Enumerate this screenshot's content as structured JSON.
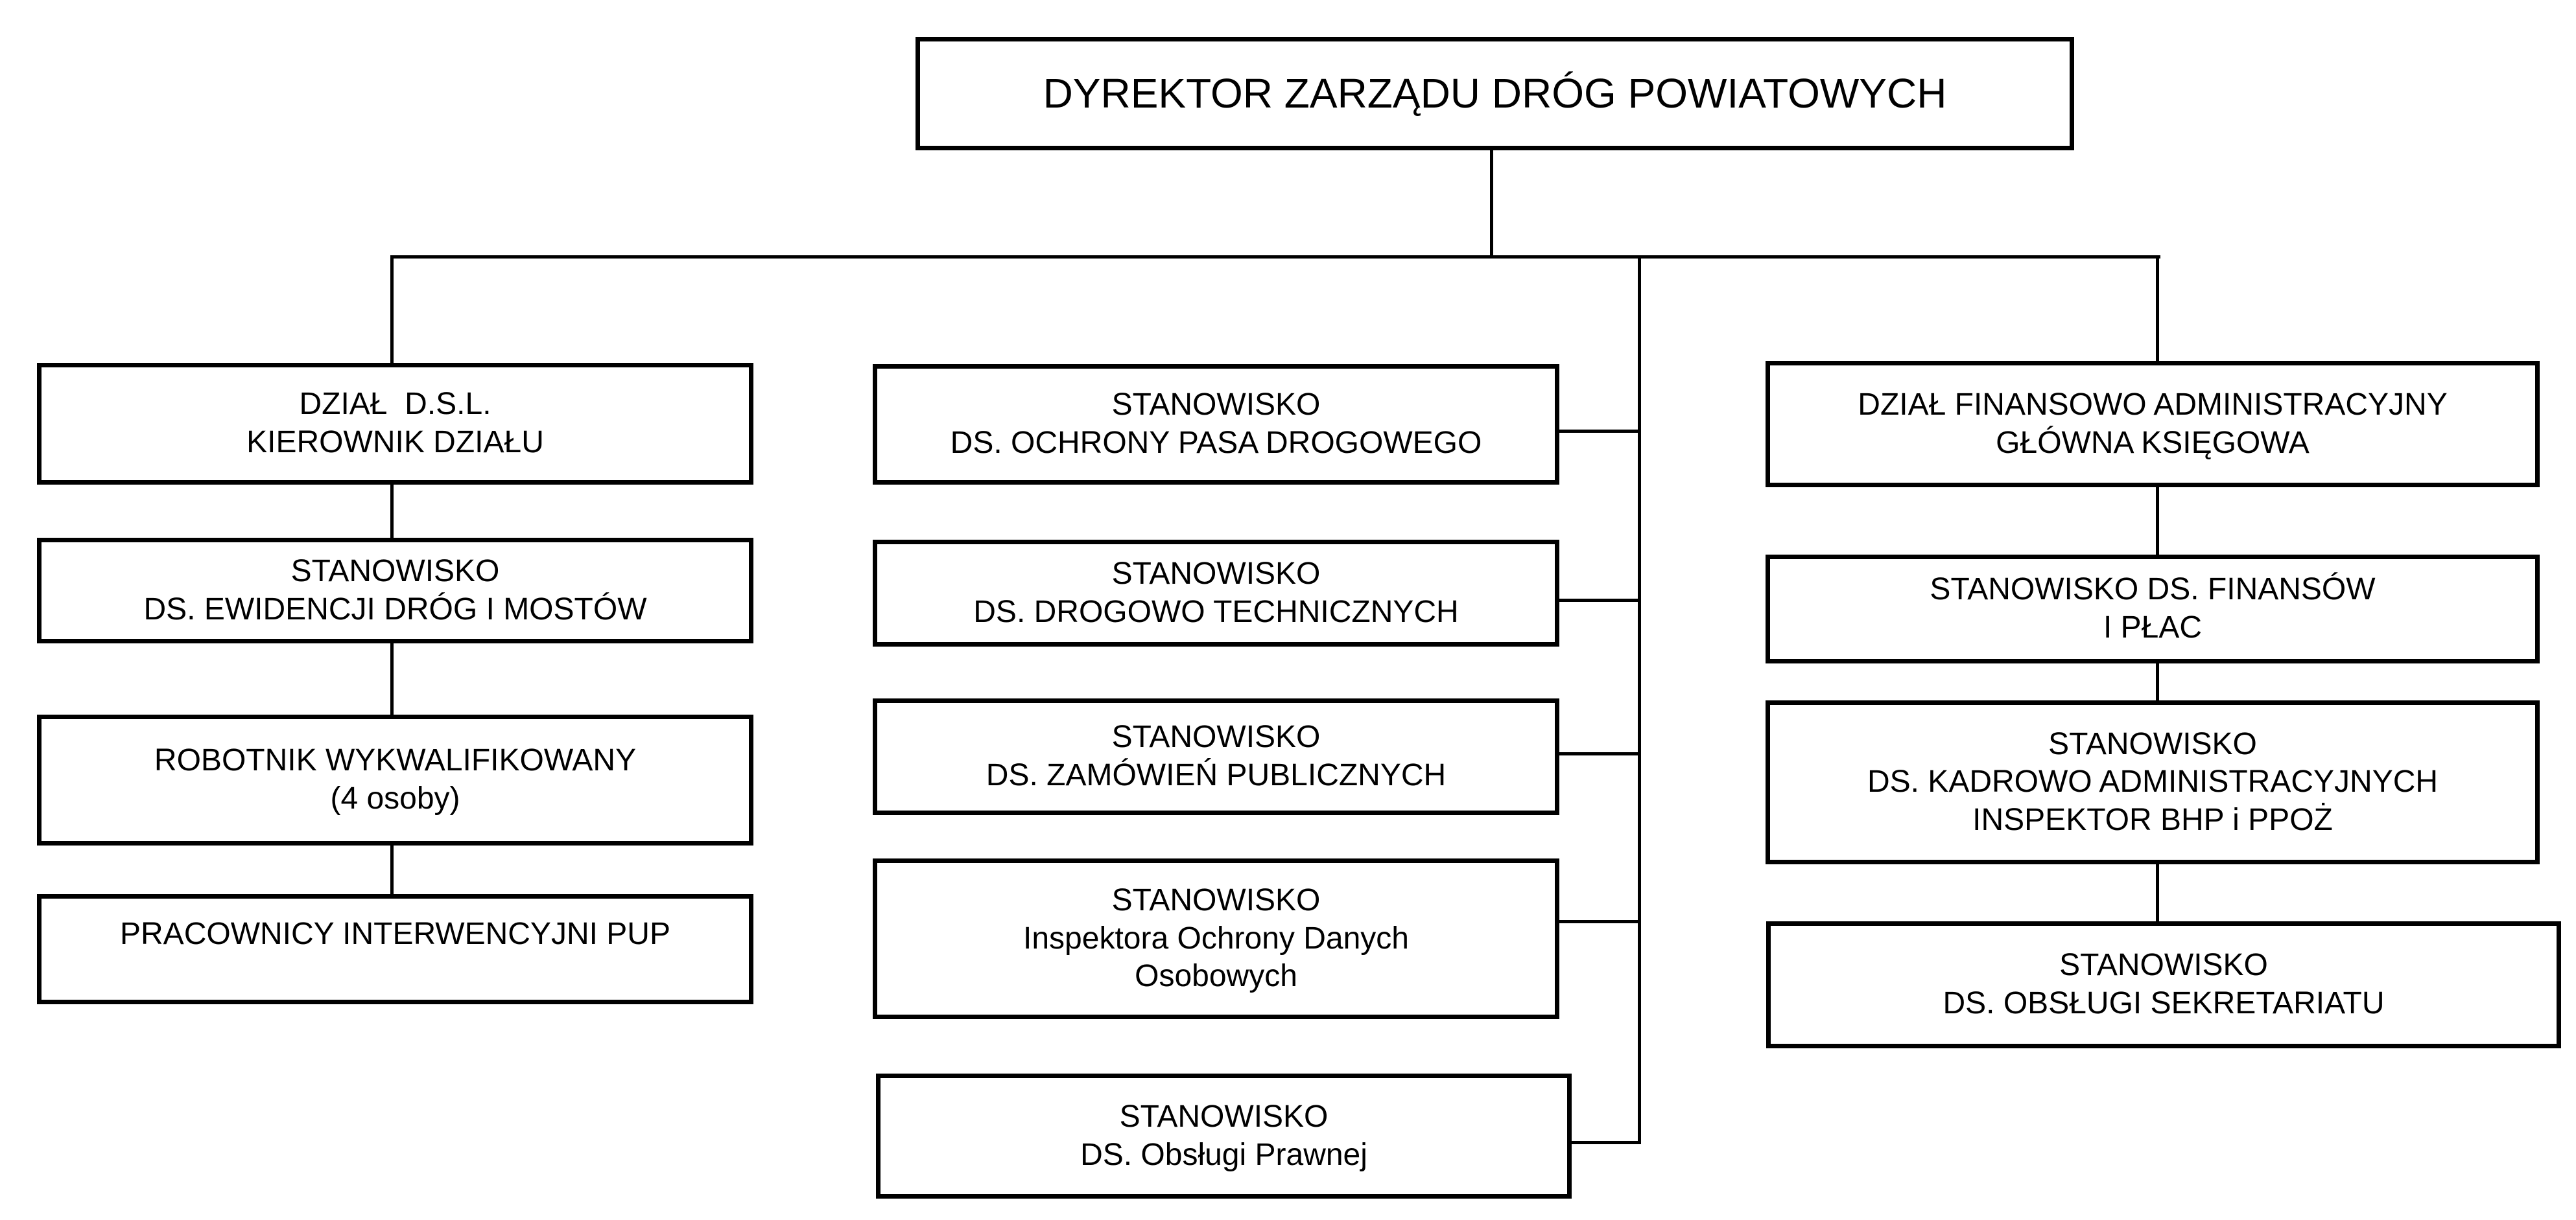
{
  "org": {
    "title": "DYREKTOR ZARZĄDU DRÓG POWIATOWYCH",
    "left": {
      "b1": {
        "l1": "DZIAŁ  D.S.L.",
        "l2": "KIEROWNIK DZIAŁU"
      },
      "b2": {
        "l1": "STANOWISKO",
        "l2": "DS. EWIDENCJI DRÓG I MOSTÓW"
      },
      "b3": {
        "l1": "ROBOTNIK WYKWALIFIKOWANY",
        "l2": "(4 osoby)"
      },
      "b4": {
        "l1": "PRACOWNICY INTERWENCYJNI PUP"
      }
    },
    "middle": {
      "b1": {
        "l1": "STANOWISKO",
        "l2": "DS. OCHRONY PASA DROGOWEGO"
      },
      "b2": {
        "l1": "STANOWISKO",
        "l2": "DS. DROGOWO TECHNICZNYCH"
      },
      "b3": {
        "l1": "STANOWISKO",
        "l2": "DS. ZAMÓWIEŃ PUBLICZNYCH"
      },
      "b4": {
        "l1": "STANOWISKO",
        "l2": "Inspektora Ochrony Danych",
        "l3": "Osobowych"
      },
      "b5": {
        "l1": "STANOWISKO",
        "l2": "DS. Obsługi Prawnej"
      }
    },
    "right": {
      "b1": {
        "l1": "DZIAŁ FINANSOWO ADMINISTRACYJNY",
        "l2": "GŁÓWNA KSIĘGOWA"
      },
      "b2": {
        "l1": "STANOWISKO DS. FINANSÓW",
        "l2": "I PŁAC"
      },
      "b3": {
        "l1": "STANOWISKO",
        "l2": "DS. KADROWO ADMINISTRACYJNYCH",
        "l3": "INSPEKTOR BHP i PPOŻ"
      },
      "b4": {
        "l1": "STANOWISKO",
        "l2": "DS. OBSŁUGI SEKRETARIATU"
      }
    },
    "colors": {
      "line": "#000000",
      "background": "#ffffff",
      "text": "#000000"
    }
  }
}
